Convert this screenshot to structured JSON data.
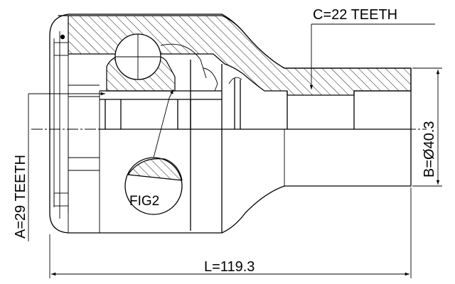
{
  "labels": {
    "spline_c": "C=22 TEETH",
    "spline_a": "A=29 TEETH",
    "diameter_b": "B=Ø40.3",
    "length_l": "L=119.3",
    "detail": "FIG2"
  }
}
